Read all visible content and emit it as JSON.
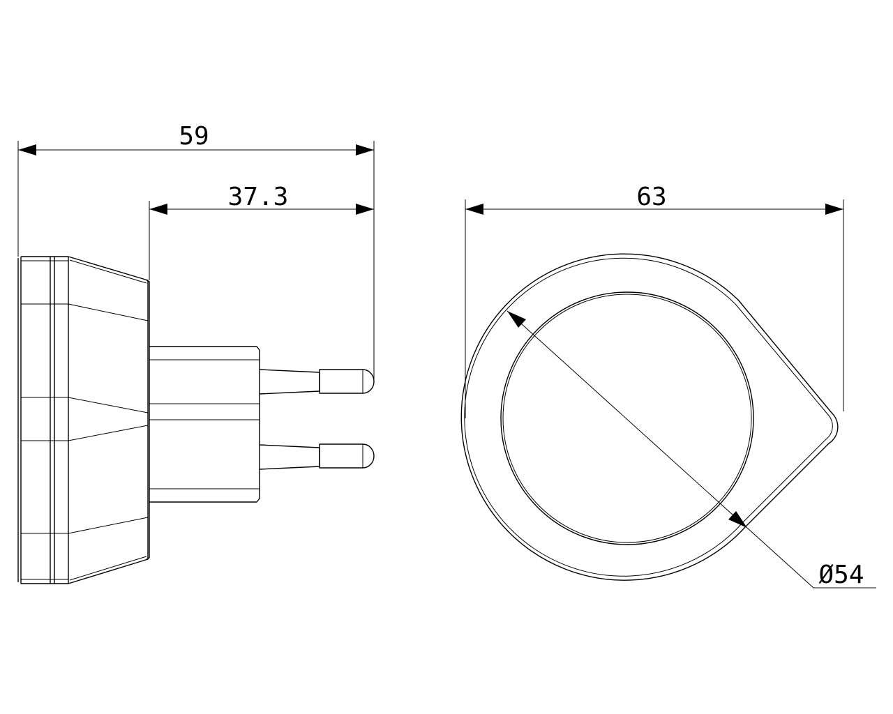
{
  "drawing": {
    "line_color": "#000000",
    "background": "#ffffff",
    "dimensions": {
      "overall_depth": "59",
      "plug_depth": "37.3",
      "overall_width": "63",
      "lens_diameter": "Ø54"
    }
  }
}
